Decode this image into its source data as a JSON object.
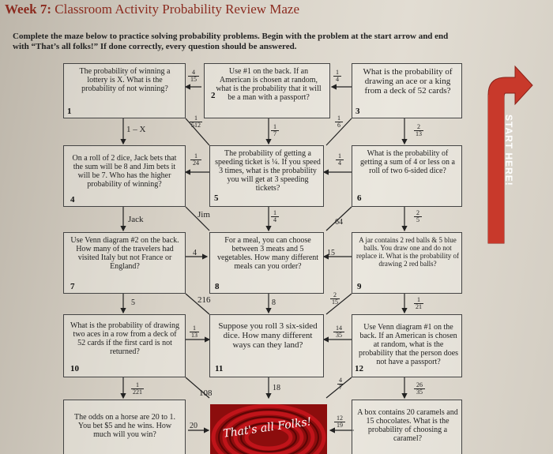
{
  "header": {
    "title_week": "Week 7:",
    "title_rest": " Classroom Activity Probability Review Maze",
    "instructions": "Complete the maze below to practice solving probability problems. Begin with the problem at the start arrow and end with “That’s all folks!” If done correctly, every question should be answered."
  },
  "start_label": "START HERE!",
  "end_label": "That's all Folks!",
  "boxes": [
    {
      "num": "1",
      "text": "The probability of winning a lottery is X. What is the probability of not winning?"
    },
    {
      "num": "2",
      "text": "Use #1 on the back. If an American is chosen at random, what is the probability that it will be a man with a passport?"
    },
    {
      "num": "3",
      "text": "What is the probability of drawing an ace or a king from a deck of 52 cards?"
    },
    {
      "num": "4",
      "text": "On a roll of 2 dice, Jack bets that the sum will be 8 and Jim bets it will be 7. Who has the higher probability of winning?"
    },
    {
      "num": "5",
      "text": "The probability of getting a speeding ticket is ¼. If you speed 3 times, what is the probability you will get at 3 speeding tickets?"
    },
    {
      "num": "6",
      "text": "What is the probability of getting a sum of 4 or less on a roll of two 6-sided dice?"
    },
    {
      "num": "7",
      "text": "Use Venn diagram #2 on the back. How many of the travelers had visited Italy but not France or England?"
    },
    {
      "num": "8",
      "text": "For a meal, you can choose between 3 meats and 5 vegetables. How many different meals can you order?"
    },
    {
      "num": "9",
      "text": "A jar contains 2 red balls & 5 blue balls. You draw one and do not replace it. What is the probability of drawing 2 red balls?"
    },
    {
      "num": "10",
      "text": "What is the probability of drawing two aces in a row from a deck of 52 cards if the first card is not returned?"
    },
    {
      "num": "11",
      "text": "Suppose you roll 3 six-sided dice. How many different ways can they land?"
    },
    {
      "num": "12",
      "text": "Use Venn diagram #1 on the back. If an American is chosen at random, what is the probability that the person does not have a passport?"
    },
    {
      "num": "",
      "text": "The odds on a horse are 20 to 1. You bet $5 and he wins. How much will you win?"
    },
    {
      "num": "",
      "text": "A box contains 20 caramels and 15 chocolates. What is the probability of choosing a caramel?"
    }
  ],
  "answers": {
    "a_4_15": [
      "4",
      "15"
    ],
    "a_1_4_top": [
      "1",
      "4"
    ],
    "a_1_512": [
      "1",
      "512"
    ],
    "a_1_6": [
      "1",
      "6"
    ],
    "a_1_x": "1 – X",
    "a_1_7": [
      "1",
      "7"
    ],
    "a_2_13": [
      "2",
      "13"
    ],
    "a_1_24": [
      "1",
      "24"
    ],
    "a_1_4_mid": [
      "1",
      "4"
    ],
    "a_jack": "Jack",
    "a_jim": "Jim",
    "a_1_4_low": [
      "1",
      "4"
    ],
    "a_64": "64",
    "a_2_5": [
      "2",
      "5"
    ],
    "a_4": "4",
    "a_15": "15",
    "a_5": "5",
    "a_216": "216",
    "a_8": "8",
    "a_2_15": [
      "2",
      "15"
    ],
    "a_1_21": [
      "1",
      "21"
    ],
    "a_1_13": [
      "1",
      "13"
    ],
    "a_14_35": [
      "14",
      "35"
    ],
    "a_1_221": [
      "1",
      "221"
    ],
    "a_18": "18",
    "a_4_7": [
      "4",
      "7"
    ],
    "a_26_35": [
      "26",
      "35"
    ],
    "a_108": "108",
    "a_20": "20",
    "a_12_19": [
      "12",
      "19"
    ]
  }
}
